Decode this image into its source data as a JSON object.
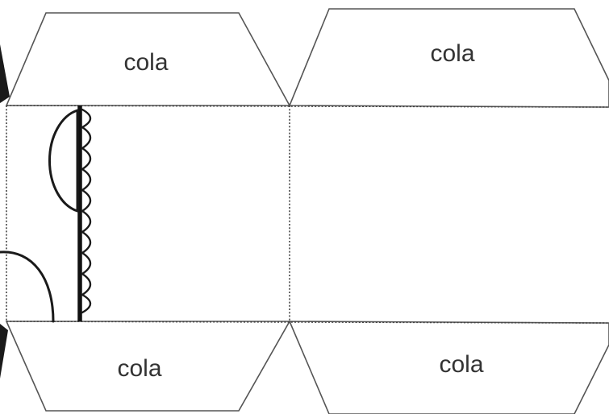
{
  "labels": {
    "top_left_flap": "cola",
    "top_right_flap": "cola",
    "bottom_left_flap": "cola",
    "bottom_right_flap": "cola"
  },
  "colors": {
    "outline": "#555555",
    "drawing": "#1a1a1a",
    "label": "#333333",
    "background": "#ffffff"
  }
}
